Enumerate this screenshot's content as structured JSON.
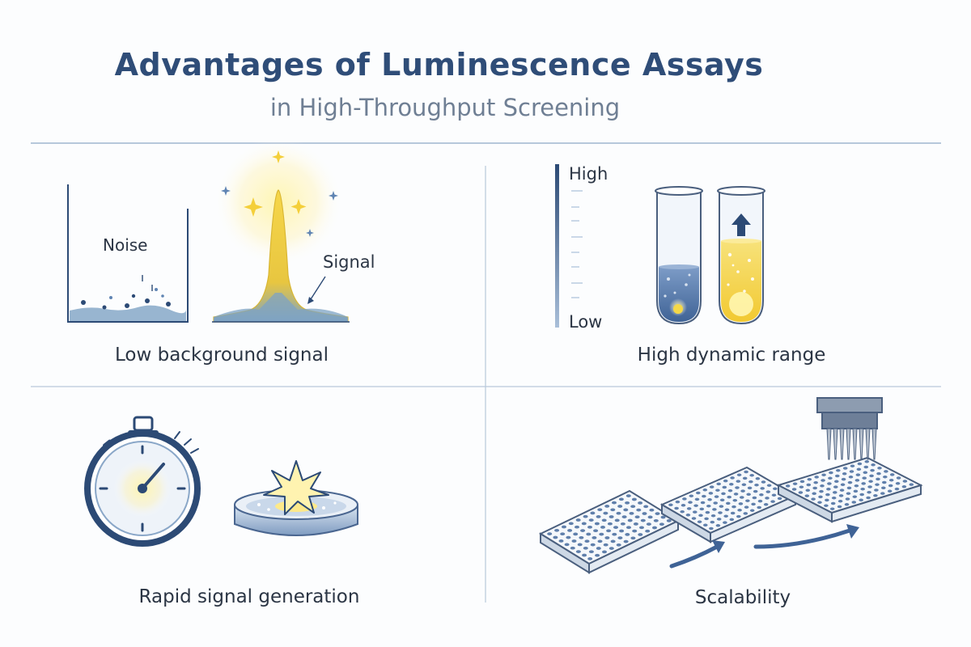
{
  "header": {
    "title": "Advantages of Luminescence Assays",
    "subtitle": "in High-Throughput Screening"
  },
  "panels": {
    "low_background": {
      "label": "Low background signal",
      "noise_label": "Noise",
      "signal_label": "Signal"
    },
    "dynamic_range": {
      "label": "High dynamic range",
      "scale_high": "High",
      "scale_low": "Low"
    },
    "rapid": {
      "label": "Rapid signal generation"
    },
    "scalability": {
      "label": "Scalability"
    }
  },
  "colors": {
    "title": "#2f4d78",
    "subtitle": "#6f7f94",
    "text": "#2b3544",
    "divider": "#9fb6cf",
    "navy": "#2c4a75",
    "blue": "#5f84b3",
    "yellow": "#f4d848",
    "glow": "#fff1a8"
  }
}
